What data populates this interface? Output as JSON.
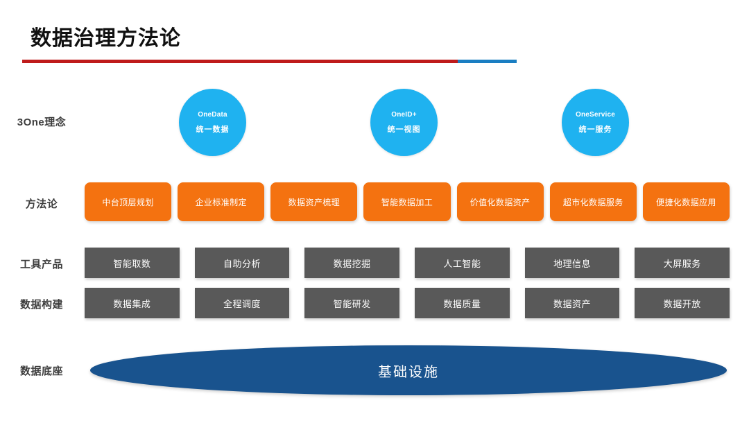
{
  "header": {
    "title": "数据治理方法论",
    "rule_red_color": "#bf1b1b",
    "rule_blue_color": "#1a7ec2"
  },
  "rows": {
    "concept_label": "3One理念",
    "method_label": "方法论",
    "tools_label": "工具产品",
    "build_label": "数据构建",
    "foundation_label": "数据底座"
  },
  "concepts": {
    "color": "#1fb2f0",
    "items": [
      {
        "en": "OneData",
        "cn": "统一数据"
      },
      {
        "en": "OneID+",
        "cn": "统一视图"
      },
      {
        "en": "OneService",
        "cn": "统一服务"
      }
    ]
  },
  "methodology": {
    "color": "#f47210",
    "items": [
      {
        "label": "中台顶层规划"
      },
      {
        "label": "企业标准制定"
      },
      {
        "label": "数据资产梳理"
      },
      {
        "label": "智能数据加工"
      },
      {
        "label": "价值化数据资产"
      },
      {
        "label": "超市化数据服务"
      },
      {
        "label": "便捷化数据应用"
      }
    ]
  },
  "tools": {
    "color": "#595959",
    "items": [
      {
        "label": "智能取数"
      },
      {
        "label": "自助分析"
      },
      {
        "label": "数据挖掘"
      },
      {
        "label": "人工智能"
      },
      {
        "label": "地理信息"
      },
      {
        "label": "大屏服务"
      }
    ]
  },
  "build": {
    "color": "#595959",
    "items": [
      {
        "label": "数据集成"
      },
      {
        "label": "全程调度"
      },
      {
        "label": "智能研发"
      },
      {
        "label": "数据质量"
      },
      {
        "label": "数据资产"
      },
      {
        "label": "数据开放"
      }
    ]
  },
  "foundation": {
    "color": "#19538e",
    "label": "基础设施"
  }
}
